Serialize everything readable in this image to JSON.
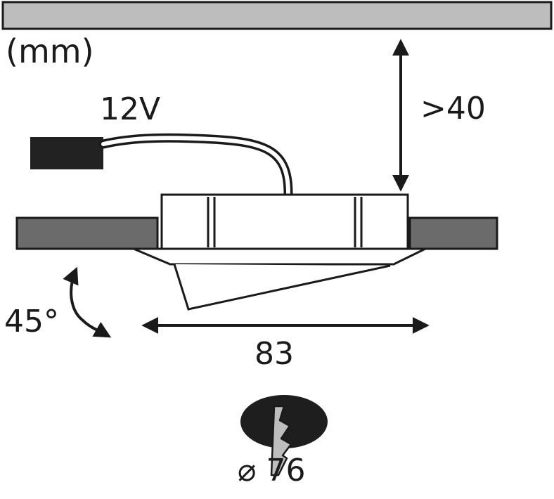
{
  "labels": {
    "unit": "(mm)",
    "voltage": "12V",
    "clearance": ">40",
    "tilt_angle": "45°",
    "width": "83",
    "cutout": "⌀ 76"
  },
  "colors": {
    "ceiling_fill": "#bdbdbd",
    "ceiling_panel_fill": "#6b6b6b",
    "connector_fill": "#222222",
    "cutout_fill": "#1e1e1e",
    "saw_fill": "#bdbdbd",
    "line": "#1a1a1a"
  },
  "icons": {
    "connector": "plug-connector-icon",
    "saw": "keyhole-saw-icon",
    "rotation": "curved-double-arrow-icon"
  }
}
